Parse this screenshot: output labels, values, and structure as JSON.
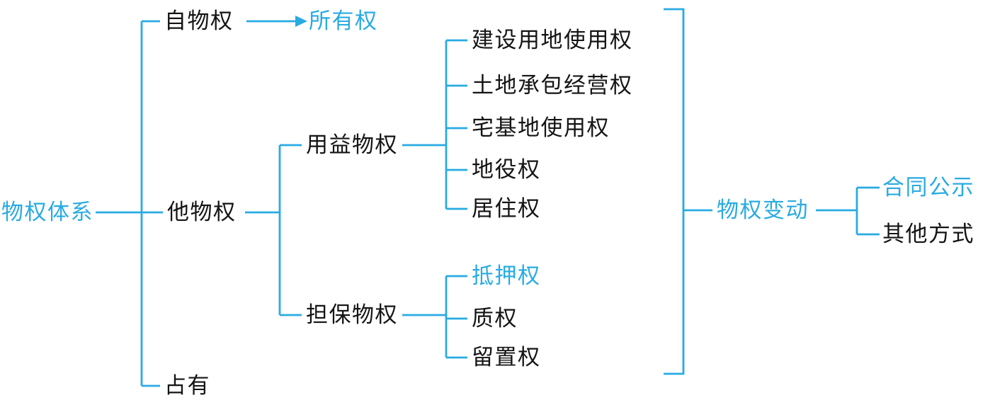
{
  "colors": {
    "accent": "#29abe2",
    "text": "#141414"
  },
  "tree": {
    "root": {
      "label": "物权体系",
      "accent": true
    },
    "branches": [
      {
        "label": "自物权",
        "arrow_to": {
          "label": "所有权",
          "accent": true
        }
      },
      {
        "label": "他物权",
        "children": [
          {
            "label": "用益物权",
            "children": [
              {
                "label": "建设用地使用权"
              },
              {
                "label": "土地承包经营权"
              },
              {
                "label": "宅基地使用权"
              },
              {
                "label": "地役权"
              },
              {
                "label": "居住权"
              }
            ]
          },
          {
            "label": "担保物权",
            "children": [
              {
                "label": "抵押权",
                "accent": true
              },
              {
                "label": "质权"
              },
              {
                "label": "留置权"
              }
            ]
          }
        ]
      },
      {
        "label": "占有"
      }
    ]
  },
  "right": {
    "label": "物权变动",
    "accent": true,
    "children": [
      {
        "label": "合同公示",
        "accent": true
      },
      {
        "label": "其他方式"
      }
    ]
  }
}
